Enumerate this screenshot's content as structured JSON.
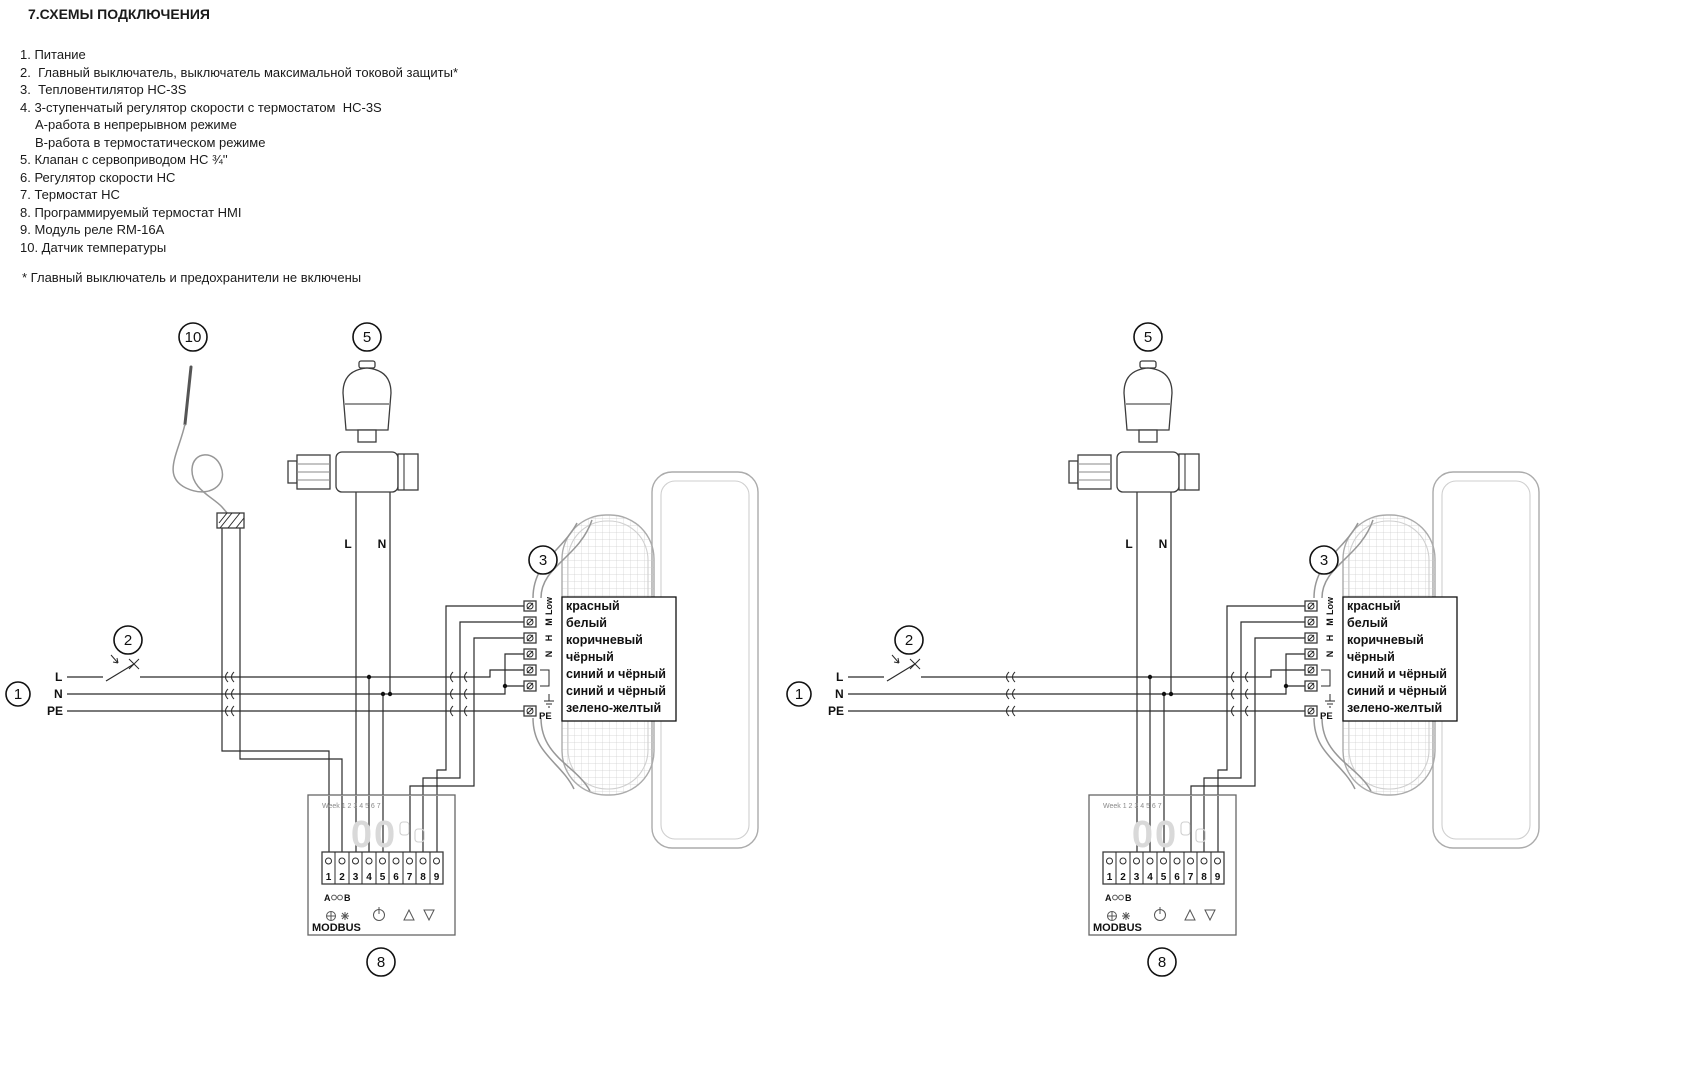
{
  "title": "7.СХЕМЫ ПОДКЛЮЧЕНИЯ",
  "legend": {
    "items": [
      "1. Питание",
      "2.  Главный выключатель, выключатель максимальной токовой защиты*",
      "3.  Тепловентилятор НС-3S",
      "4. 3-ступенчатый регулятор скорости с термостатом  НС-3S",
      "А-работа в непрерывном режиме",
      "В-работа в термостатическом режиме",
      "5. Клапан с сервоприводом НС ¾''",
      "6. Регулятор скорости НС",
      "7. Термостат НС",
      "8. Программируемый термостат HMI",
      "9. Модуль реле RM-16A",
      "10. Датчик температуры"
    ],
    "footnote": "* Главный выключатель и предохранители не включены"
  },
  "diagram": {
    "callouts": {
      "sensor": "10",
      "valve": "5",
      "switch": "2",
      "power": "1",
      "fan": "3",
      "thermostat": "8"
    },
    "power_labels": {
      "l": "L",
      "n": "N",
      "pe": "PE"
    },
    "valve_labels": {
      "l": "L",
      "n": "N"
    },
    "fan": {
      "terminal_labels": [
        "Low",
        "M",
        "H",
        "N"
      ],
      "pe_label": "PE",
      "wire_colors": [
        "красный",
        "белый",
        "коричневый",
        "чёрный",
        "синий и чёрный",
        "синий и чёрный",
        "зелено-желтый"
      ]
    },
    "thermostat": {
      "week_label": "Week 1 2 3 4 5 6 7",
      "display": "00",
      "terminals": [
        "1",
        "2",
        "3",
        "4",
        "5",
        "6",
        "7",
        "8",
        "9"
      ],
      "port_a": "A",
      "port_b": "B",
      "modbus_label": "MODBUS"
    }
  }
}
